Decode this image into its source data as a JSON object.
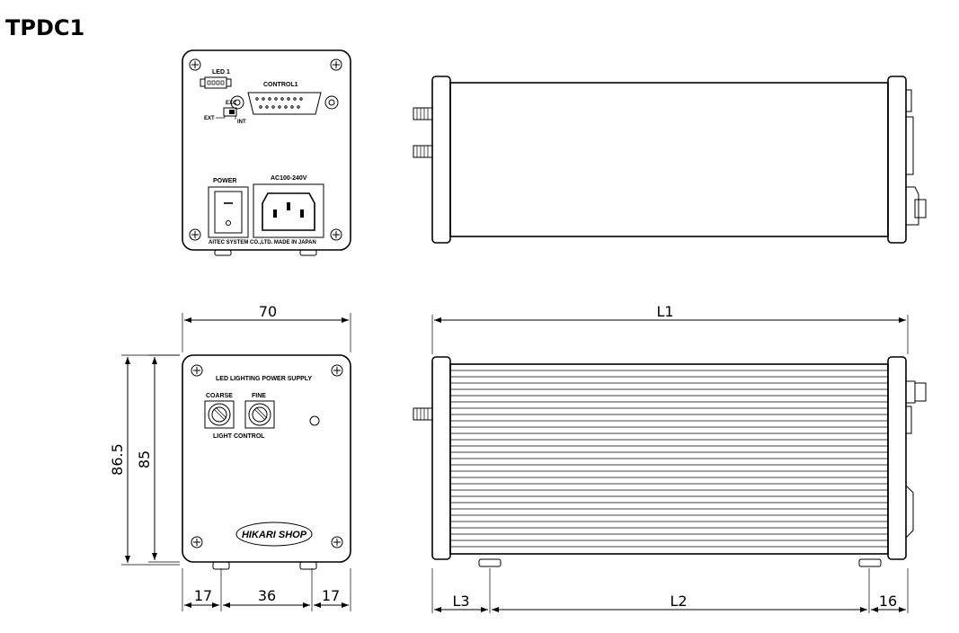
{
  "title": "TPDC1",
  "rear_panel": {
    "led_label": "LED 1",
    "control_label": "CONTROL1",
    "exc_label": "EXC",
    "ext_label": "EXT",
    "int_label": "INT",
    "power_label": "POWER",
    "ac_label": "AC100-240V",
    "maker_label": "AITEC SYSTEM CO.,LTD.  MADE IN JAPAN"
  },
  "front_panel": {
    "heading": "LED LIGHTING  POWER SUPPLY",
    "coarse_label": "COARSE",
    "fine_label": "FINE",
    "light_control_label": "LIGHT CONTROL",
    "brand_label": "HIKARI SHOP"
  },
  "dimensions": {
    "width": "70",
    "height_outer": "86.5",
    "height_inner": "85",
    "left_margin": "17",
    "center_span": "36",
    "right_margin": "17",
    "length_total": "L1",
    "length_front": "L3",
    "length_middle": "L2",
    "length_rear": "16"
  },
  "colors": {
    "line": "#000000",
    "background": "#ffffff"
  }
}
